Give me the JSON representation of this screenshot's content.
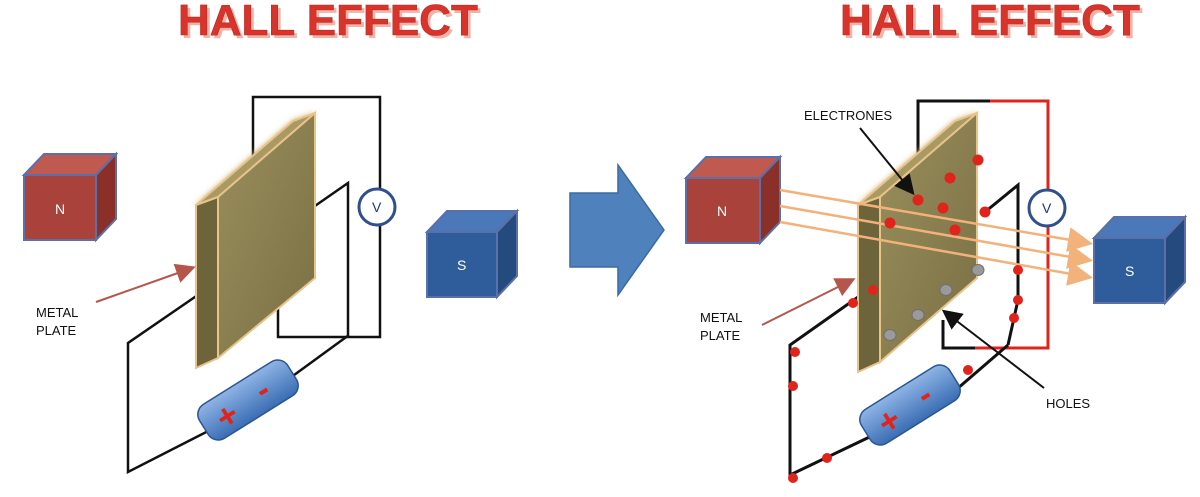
{
  "left_panel": {
    "title": "HALL EFFECT",
    "north_label": "N",
    "south_label": "S",
    "voltmeter_label": "V",
    "plate_label_line1": "METAL",
    "plate_label_line2": "PLATE",
    "battery_plus": "+",
    "battery_minus": "-"
  },
  "right_panel": {
    "title": "HALL EFFECT",
    "north_label": "N",
    "south_label": "S",
    "voltmeter_label": "V",
    "plate_label_line1": "METAL",
    "plate_label_line2": "PLATE",
    "electrons_label": "ELECTRONES",
    "holes_label": "HOLES",
    "battery_plus": "+",
    "battery_minus": "-"
  },
  "colors": {
    "title": "#d9342b",
    "north_magnet": "#a9423a",
    "south_magnet": "#2f5d9b",
    "plate": "#8a7e4e",
    "arrow": "#4f81bd",
    "electron": "#e0231b",
    "hole": "#9a9a9a",
    "field_lines": "#f2b27a",
    "red_wire": "#e0231b"
  }
}
